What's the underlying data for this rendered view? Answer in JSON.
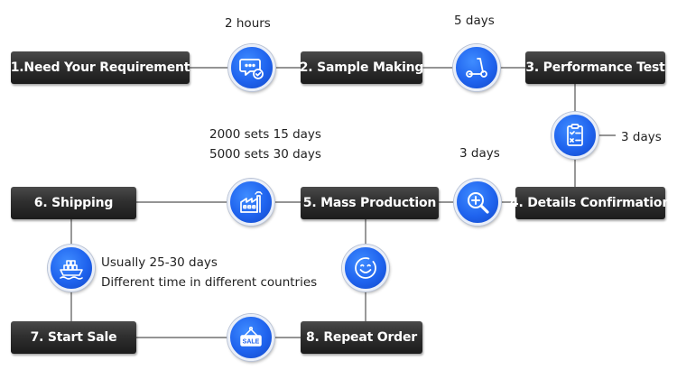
{
  "steps": {
    "s1": "1.Need Your Requirement",
    "s2": "2. Sample Making",
    "s3": "3. Performance Test",
    "s4": "4. Details Confirmation",
    "s5": "5. Mass Production",
    "s6": "6. Shipping",
    "s7": "7. Start Sale",
    "s8": "8. Repeat Order"
  },
  "times": {
    "t1": "2 hours",
    "t2": "5 days",
    "t3": "3 days",
    "t4": "3 days",
    "t5a": "2000 sets 15 days",
    "t5b": "5000 sets 30 days",
    "t6a": "Usually 25-30 days",
    "t6b": "Different time in different countries"
  },
  "icons": {
    "i1": "chat-check-icon",
    "i2": "scooter-icon",
    "i3": "clipboard-checklist-icon",
    "i4": "magnifier-plus-icon",
    "i5": "factory-icon",
    "i6": "cargo-ship-icon",
    "i7": "smiley-icon",
    "i8": "sale-sign-icon",
    "sale_text": "SALE"
  },
  "colors": {
    "box": "#2f2f2f",
    "icon": "#1f63ee",
    "line": "#555555"
  }
}
